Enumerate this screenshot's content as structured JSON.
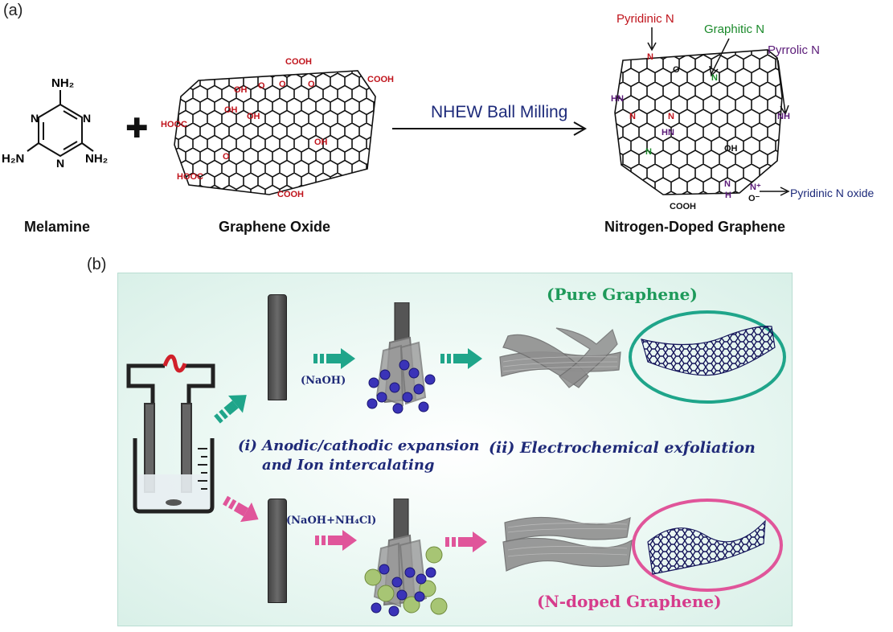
{
  "panel_a": {
    "label": "(a)",
    "melamine": {
      "caption": "Melamine",
      "nh2": "NH₂",
      "h2n": "H₂N",
      "n": "N"
    },
    "plus_symbol": "✚",
    "go": {
      "caption": "Graphene Oxide",
      "cooh": "COOH",
      "hooc": "HOOC",
      "oh": "OH",
      "o": "O"
    },
    "arrow_label": "NHEW Ball Milling",
    "ndg": {
      "caption": "Nitrogen-Doped Graphene",
      "pyridinic_n": "Pyridinic N",
      "graphitic_n": "Graphitic N",
      "pyrrolic_n": "Pyrrolic N",
      "pyridinic_n_oxide": "Pyridinic N oxide",
      "n": "N",
      "hn": "HN",
      "nh": "NH",
      "h": "H",
      "n_plus": "N⁺",
      "o_minus": "O⁻",
      "oh": "OH",
      "o": "O",
      "cooh": "COOH"
    },
    "colors": {
      "red": "#c0141c",
      "green": "#1b8a2b",
      "purple": "#5a1a78",
      "navy": "#1d2a7a"
    }
  },
  "panel_b": {
    "label": "(b)",
    "pure_graphene": "(Pure Graphene)",
    "naoh": "(NaOH)",
    "naoh_nh4cl": "(NaOH+NH₄Cl)",
    "step_i_line1": "(i) Anodic/cathodic expansion",
    "step_i_line2": "and Ion intercalating",
    "step_ii": "(ii) Electrochemical exfoliation",
    "n_doped_graphene": "(N-doped Graphene)",
    "colors": {
      "teal": "#1fa58a",
      "pink": "#e0559a",
      "title_green": "#1e9a5a",
      "title_pink": "#d63c8c",
      "text_navy": "#1f2a78",
      "bg": "#e3f4ef"
    }
  }
}
